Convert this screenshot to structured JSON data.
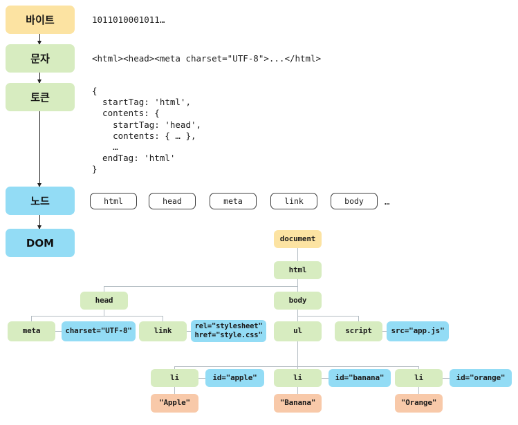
{
  "palette": {
    "yellow": "#fce3a2",
    "green": "#d7ecc0",
    "blue": "#93dcf5",
    "peach": "#f8c9a9",
    "line": "#b3bcc2",
    "arrow": "#222222",
    "text": "#1b1b1b",
    "background": "#ffffff"
  },
  "pipeline": {
    "stages": [
      {
        "label": "바이트",
        "color_key": "yellow"
      },
      {
        "label": "문자",
        "color_key": "green"
      },
      {
        "label": "토큰",
        "color_key": "green"
      },
      {
        "label": "노드",
        "color_key": "blue"
      },
      {
        "label": "DOM",
        "color_key": "blue"
      }
    ]
  },
  "samples": {
    "bytes": "1011010001011…",
    "characters": "<html><head><meta charset=\"UTF-8\">...</html>",
    "tokens": "{\n  startTag: 'html',\n  contents: {\n    startTag: 'head',\n    contents: { … },\n    …\n  endTag: 'html'\n}"
  },
  "node_row": {
    "items": [
      "html",
      "head",
      "meta",
      "link",
      "body"
    ],
    "ellipsis": "…"
  },
  "dom_tree": {
    "document": "document",
    "html": "html",
    "head": "head",
    "body": "body",
    "meta": "meta",
    "meta_attr": "charset=\"UTF-8\"",
    "link": "link",
    "link_attr": "rel=\"stylesheet\"\nhref=\"style.css\"",
    "ul": "ul",
    "script": "script",
    "script_attr": "src=\"app.js\"",
    "li_items": [
      {
        "tag": "li",
        "attr": "id=\"apple\"",
        "text": "\"Apple\""
      },
      {
        "tag": "li",
        "attr": "id=\"banana\"",
        "text": "\"Banana\""
      },
      {
        "tag": "li",
        "attr": "id=\"orange\"",
        "text": "\"Orange\""
      }
    ]
  }
}
